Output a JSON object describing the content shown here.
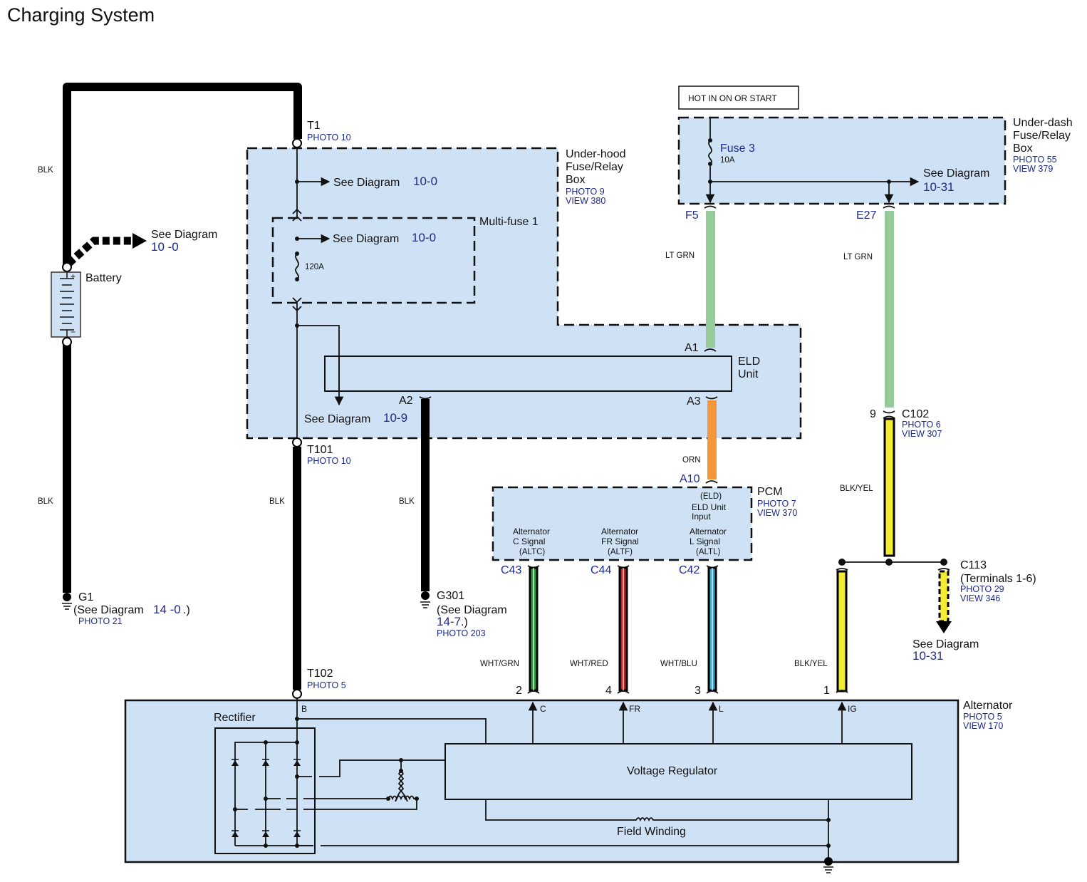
{
  "page": {
    "title": "Charging System"
  },
  "colors": {
    "box_fill": "#cfe1f4",
    "link_blue": "#1c2a8c",
    "lt_grn": "#95cb98",
    "orn": "#f5963a",
    "wht_grn": "#2a9a3a",
    "wht_red": "#b52020",
    "wht_blu": "#3aaad2",
    "blk_yel": "#f3ec34"
  },
  "battery": {
    "label": "Battery",
    "see_diagram_text": "See Diagram",
    "see_diagram_ref": "10 -0",
    "wire_top": "BLK",
    "wire_bottom": "BLK",
    "plus": "+",
    "minus": "−"
  },
  "g1": {
    "name": "G1",
    "see_prefix": "(See Diagram",
    "ref": "14 -0",
    "suffix": ".)",
    "photo": "PHOTO 21"
  },
  "t1": {
    "name": "T1",
    "photo": "PHOTO 10"
  },
  "underhood": {
    "label_lines": [
      "Under-hood",
      "Fuse/Relay",
      "Box"
    ],
    "photo": "PHOTO 9",
    "view": "VIEW 380",
    "see1_text": "See Diagram",
    "see1_ref": "10-0",
    "multifuse_label": "Multi-fuse 1",
    "see2_text": "See Diagram",
    "see2_ref": "10-0",
    "fuse_rating": "120A",
    "see3_text": "See Diagram",
    "see3_ref": "10-9"
  },
  "eld": {
    "label_lines": [
      "ELD",
      "Unit"
    ],
    "pin_a1": "A1",
    "pin_a2": "A2",
    "pin_a3": "A3"
  },
  "t101": {
    "name": "T101",
    "photo": "PHOTO 10",
    "wire": "BLK"
  },
  "g301": {
    "name": "G301",
    "see_prefix": "(See Diagram",
    "ref": "14-7",
    "suffix": ".)",
    "photo": "PHOTO 203",
    "wire": "BLK"
  },
  "hot_label": "HOT IN ON OR START",
  "underdash": {
    "label_lines": [
      "Under-dash",
      "Fuse/Relay",
      "Box"
    ],
    "photo": "PHOTO 55",
    "view": "VIEW 379",
    "fuse_name": "Fuse 3",
    "fuse_rating": "10A",
    "see_text": "See Diagram",
    "see_ref": "10-31",
    "pin_f5": "F5",
    "pin_e27": "E27",
    "wire_f5": "LT GRN",
    "wire_e27": "LT GRN"
  },
  "orn_wire": {
    "label": "ORN",
    "pin": "A10"
  },
  "pcm": {
    "label": "PCM",
    "photo": "PHOTO 7",
    "view": "VIEW 370",
    "eld_input": [
      "(ELD)",
      "ELD Unit",
      "Input"
    ],
    "signals": [
      {
        "lines": [
          "Alternator",
          "C Signal",
          "(ALTC)"
        ],
        "pin": "C43",
        "wire": "WHT/GRN",
        "alt_pin": "2",
        "alt_term": "C"
      },
      {
        "lines": [
          "Alternator",
          "FR Signal",
          "(ALTF)"
        ],
        "pin": "C44",
        "wire": "WHT/RED",
        "alt_pin": "4",
        "alt_term": "FR"
      },
      {
        "lines": [
          "Alternator",
          "L Signal",
          "(ALTL)"
        ],
        "pin": "C42",
        "wire": "WHT/BLU",
        "alt_pin": "3",
        "alt_term": "L"
      }
    ]
  },
  "c102": {
    "name": "C102",
    "pin": "9",
    "photo": "PHOTO 6",
    "view": "VIEW 307",
    "wire": "BLK/YEL"
  },
  "c113": {
    "name": "C113",
    "terminals": "(Terminals 1-6)",
    "photo": "PHOTO 29",
    "view": "VIEW 346",
    "see_text": "See Diagram",
    "see_ref": "10-31"
  },
  "ig_wire": {
    "wire": "BLK/YEL",
    "alt_pin": "1",
    "alt_term": "IG"
  },
  "t102": {
    "name": "T102",
    "photo": "PHOTO 5",
    "term": "B"
  },
  "alternator": {
    "label": "Alternator",
    "photo": "PHOTO 5",
    "view": "VIEW 170",
    "rectifier": "Rectifier",
    "voltage_regulator": "Voltage Regulator",
    "field_winding": "Field Winding"
  }
}
